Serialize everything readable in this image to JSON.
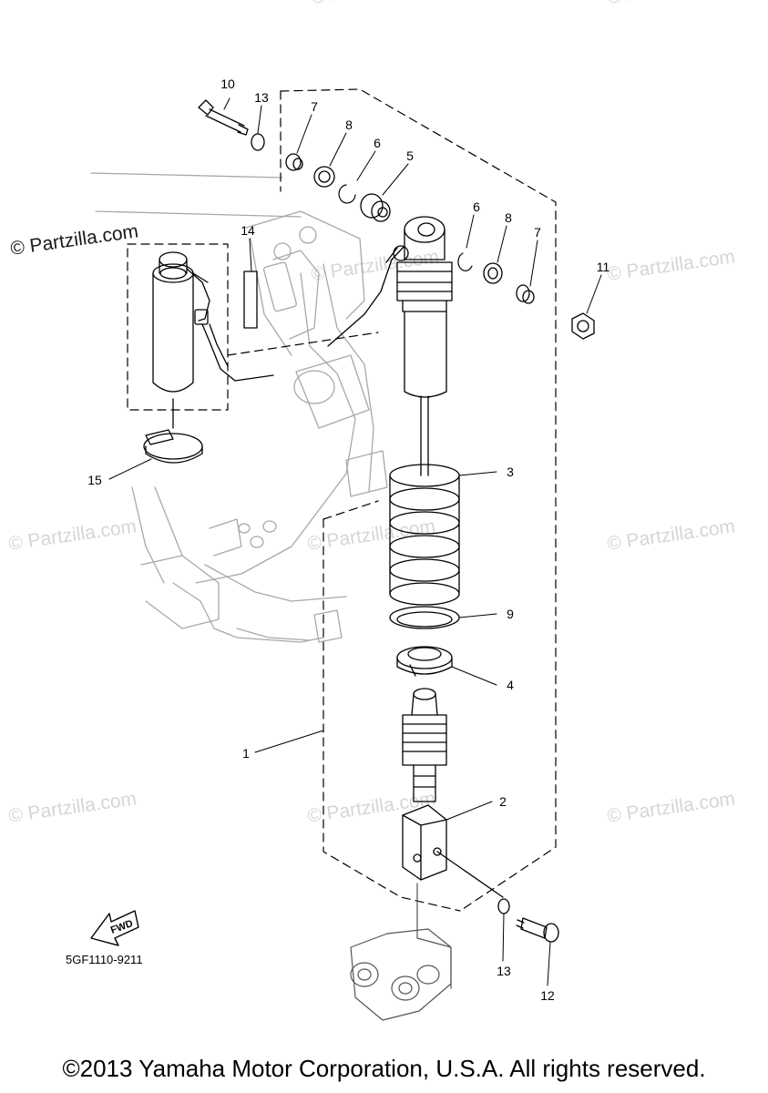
{
  "watermark": {
    "main": "© Partzilla.com",
    "faded": "© Partzilla.com"
  },
  "diagram": {
    "callouts": {
      "c1": "1",
      "c2": "2",
      "c3": "3",
      "c4": "4",
      "c5": "5",
      "c6a": "6",
      "c6b": "6",
      "c7a": "7",
      "c7b": "7",
      "c8a": "8",
      "c8b": "8",
      "c9": "9",
      "c10": "10",
      "c11": "11",
      "c12": "12",
      "c13a": "13",
      "c13b": "13",
      "c14": "14",
      "c15": "15"
    },
    "fwd_label": "FWD",
    "code": "5GF1110-9211"
  },
  "footer": {
    "copyright": "©2013 Yamaha Motor Corporation, U.S.A. All rights reserved."
  },
  "colors": {
    "line": "#000000",
    "ghost": "#a8a8a8",
    "watermark": "#d6d6d6"
  }
}
